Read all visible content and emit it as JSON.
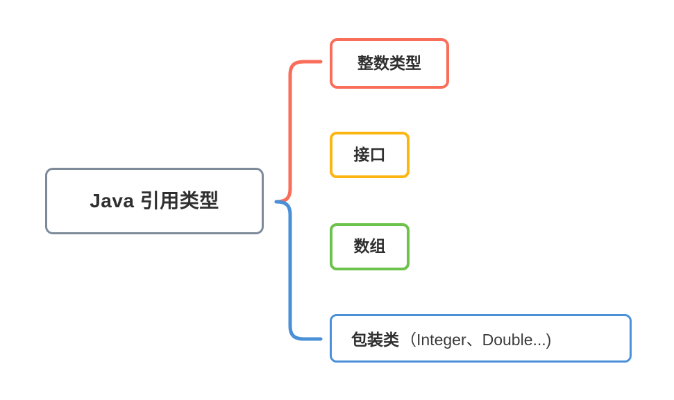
{
  "diagram": {
    "type": "mindmap",
    "background_color": "#ffffff",
    "root": {
      "label": "Java 引用类型",
      "border_color": "#7e8a9a",
      "fill_color": "#ffffff"
    },
    "branches": [
      {
        "id": "integer-type",
        "label": "整数类型",
        "border_color": "#f96e5b",
        "fill_color": "#ffffff",
        "connector_color": "#f96e5b"
      },
      {
        "id": "interface",
        "label": "接口",
        "border_color": "#fbb612",
        "fill_color": "#ffffff",
        "connector_color": "#f96e5b"
      },
      {
        "id": "array",
        "label": "数组",
        "border_color": "#6cc24a",
        "fill_color": "#ffffff",
        "connector_color": "#4a90d9"
      },
      {
        "id": "wrapper-class",
        "label": "包装类（Integer、Double...)",
        "label_strong": "包装类",
        "label_light": "（Integer、Double...)",
        "border_color": "#4a90d9",
        "fill_color": "#ffffff",
        "connector_color": "#4a90d9"
      }
    ],
    "connectors": [
      {
        "id": "connector-upper",
        "color": "#f96e5b",
        "from": "root",
        "to": "integer-type"
      },
      {
        "id": "connector-lower",
        "color": "#4a90d9",
        "from": "root",
        "to": "wrapper-class"
      }
    ]
  }
}
